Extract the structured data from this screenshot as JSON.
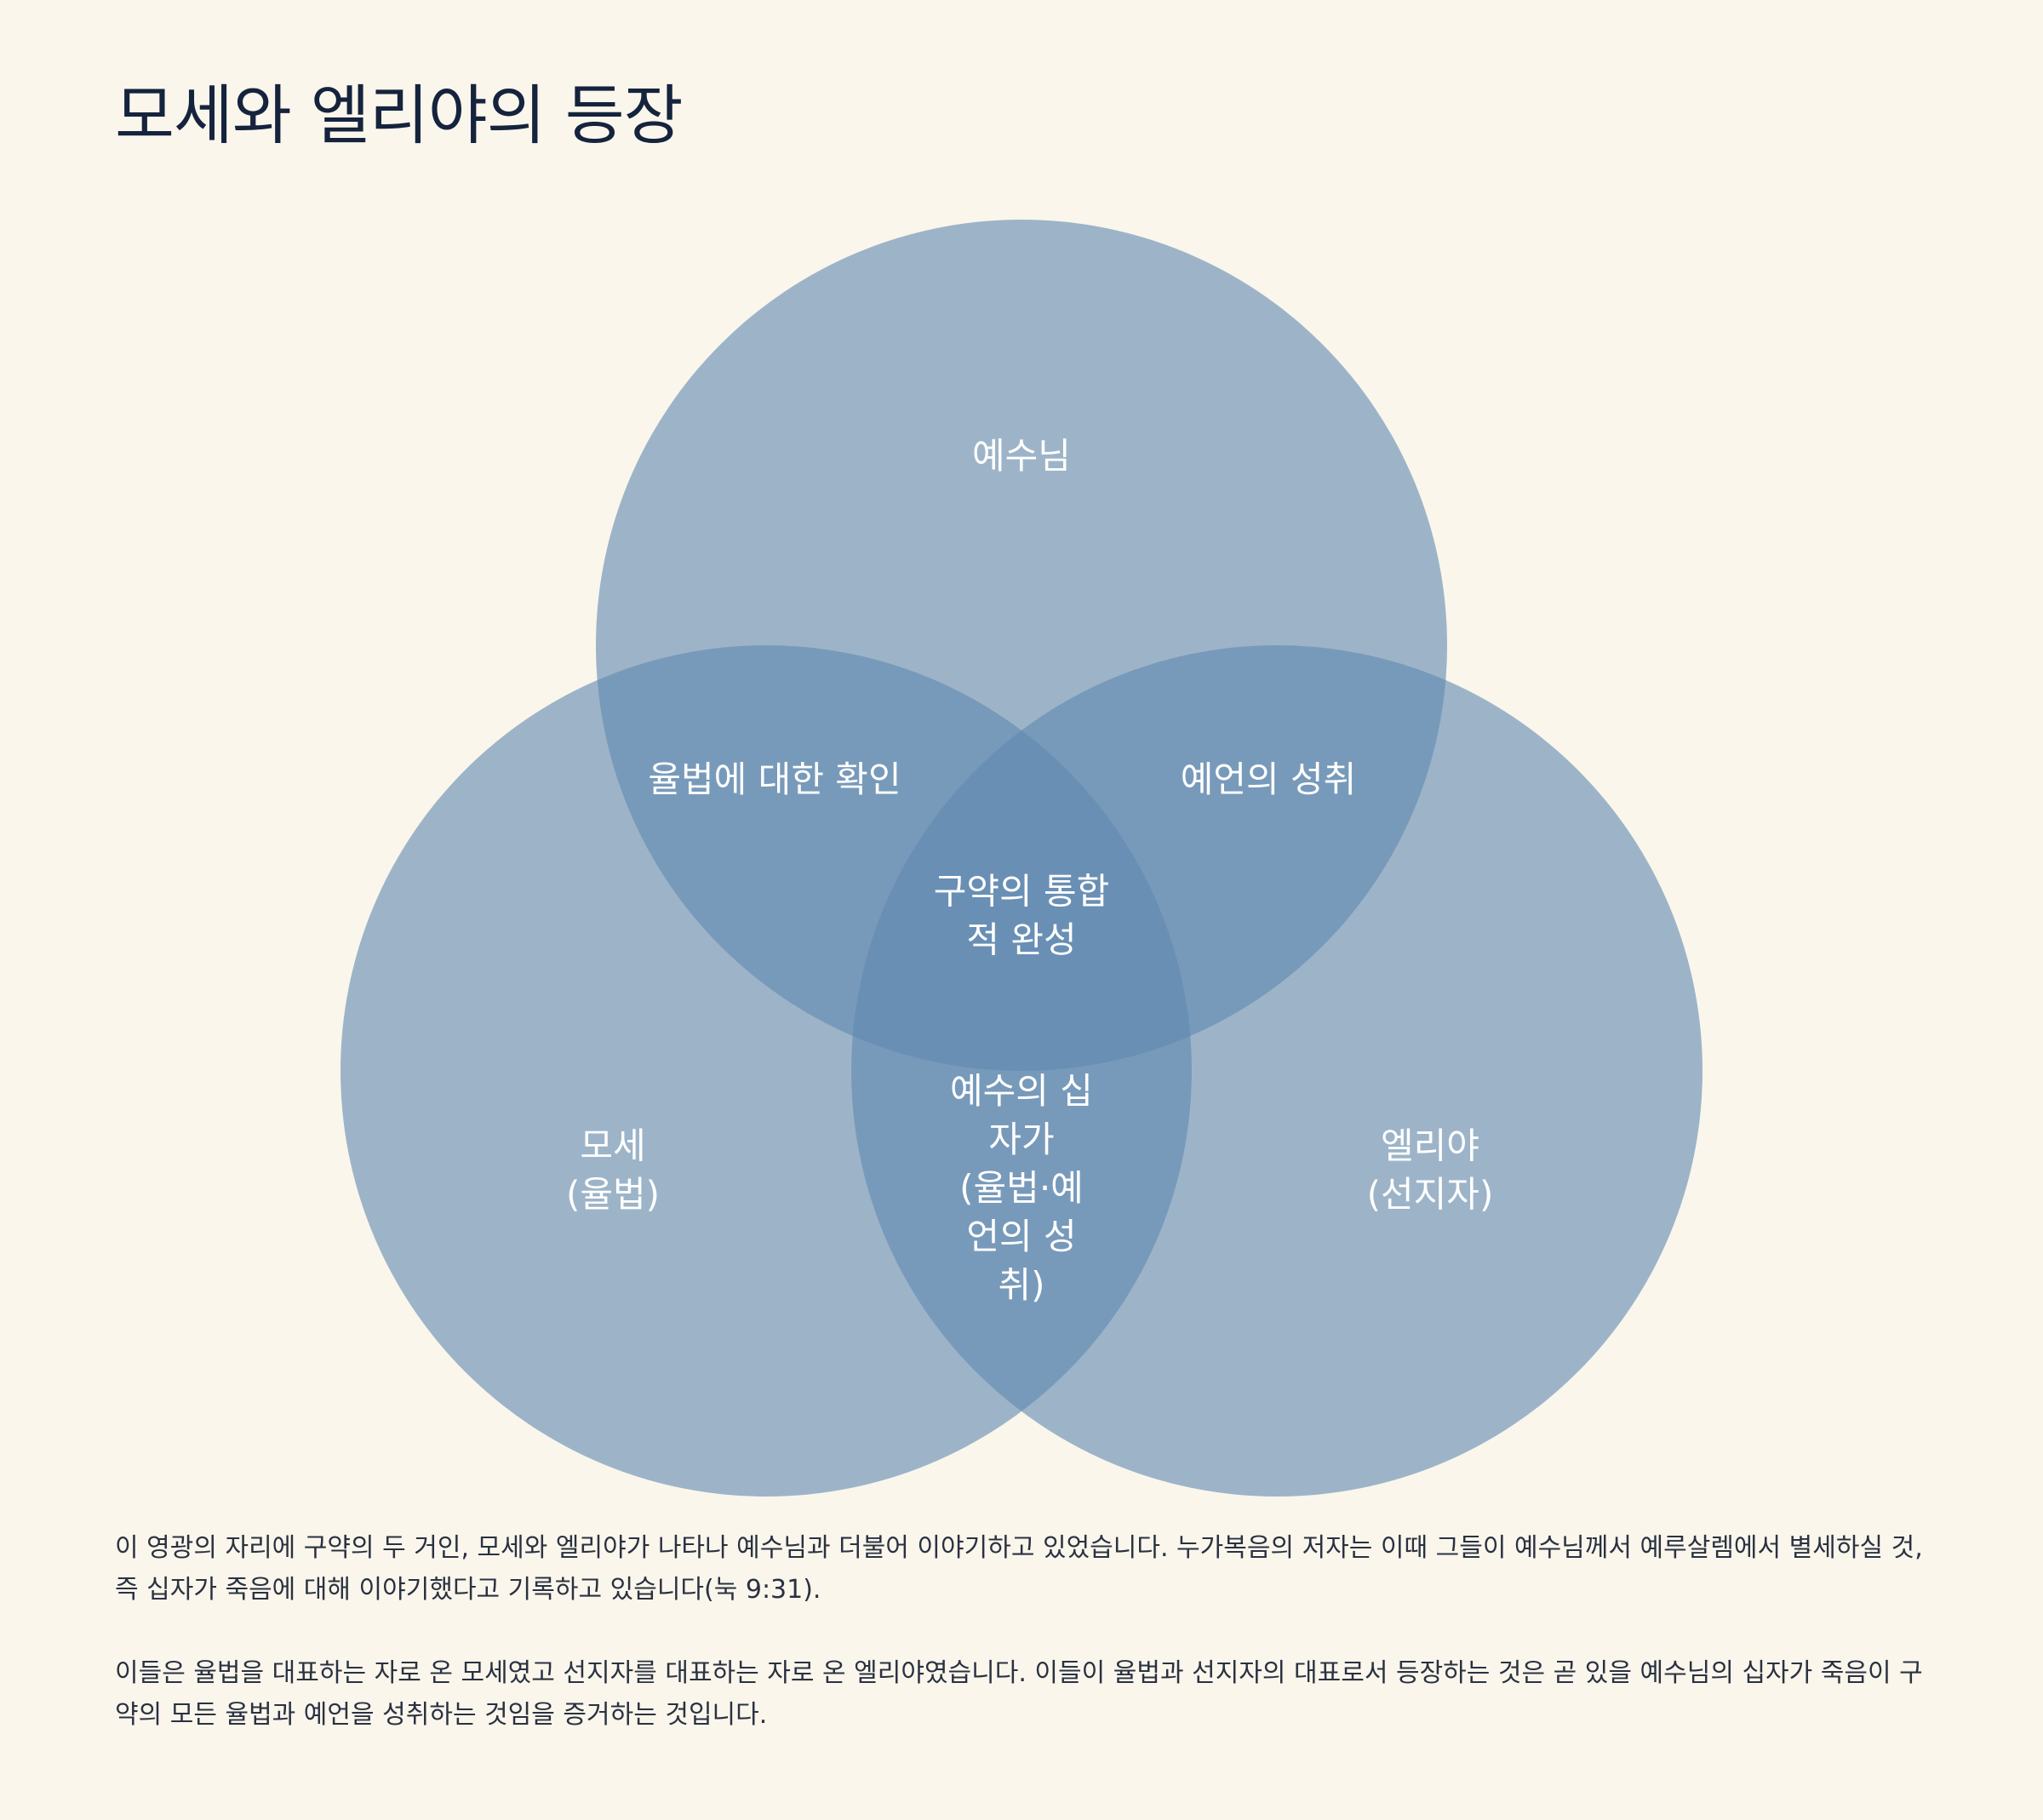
{
  "title": "모세와 엘리야의 등장",
  "diagram": {
    "colors": {
      "circle_fill": "#5f88b0",
      "circle_opacity": 0.6,
      "label": "#ffffff"
    },
    "circles": [
      {
        "id": "jesus",
        "label_lines": [
          "예수님"
        ]
      },
      {
        "id": "moses",
        "label_lines": [
          "모세",
          "(율법)"
        ]
      },
      {
        "id": "elijah",
        "label_lines": [
          "엘리야",
          "(선지자)"
        ]
      }
    ],
    "overlaps": [
      {
        "id": "jesus-moses",
        "label_lines": [
          "율법에 대한 확인"
        ]
      },
      {
        "id": "jesus-elijah",
        "label_lines": [
          "예언의 성취"
        ]
      },
      {
        "id": "moses-elijah",
        "label_lines": [
          "예수의 십",
          "자가",
          "(율법·예",
          "언의 성",
          "취)"
        ]
      },
      {
        "id": "center",
        "label_lines": [
          "구약의 통합",
          "적 완성"
        ]
      }
    ]
  },
  "paragraphs": [
    "이 영광의 자리에 구약의 두 거인, 모세와 엘리야가 나타나 예수님과 더불어 이야기하고 있었습니다. 누가복음의 저자는 이때 그들이 예수님께서 예루살렘에서 별세하실 것, 즉 십자가 죽음에 대해 이야기했다고 기록하고 있습니다(눅 9:31).",
    "이들은 율법을 대표하는 자로 온 모세였고 선지자를 대표하는 자로 온 엘리야였습니다. 이들이 율법과 선지자의 대표로서 등장하는 것은 곧 있을 예수님의 십자가 죽음이 구약의 모든 율법과 예언을 성취하는 것임을 증거하는 것입니다."
  ]
}
